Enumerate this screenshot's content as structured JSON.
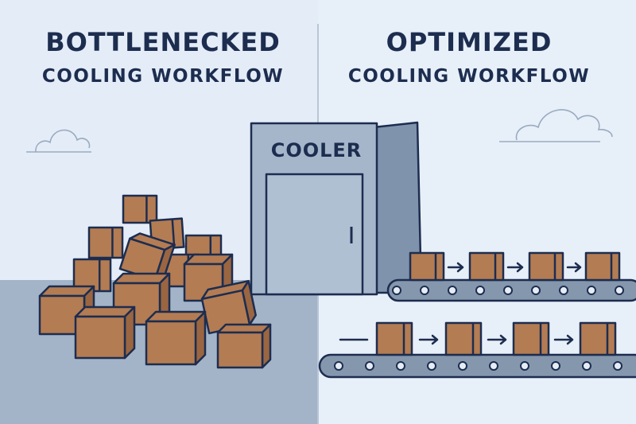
{
  "left_panel": {
    "title": "BOTTLENECKED",
    "subtitle": "COOLING WORKFLOW",
    "state": "pile of boxes waiting outside cooler"
  },
  "right_panel": {
    "title": "OPTIMIZED",
    "subtitle": "COOLING WORKFLOW",
    "state": "boxes moving on conveyors"
  },
  "cooler": {
    "label": "COOLER"
  },
  "colors": {
    "background_left": "#e4ecf7",
    "background_right": "#e7eff9",
    "floor": "#a3b4c9",
    "outline": "#1d2d4f",
    "box_fill": "#b47c53",
    "box_shade": "#9a6541",
    "cooler_front": "#a5b6cb",
    "cooler_side": "#7f93ad",
    "conveyor": "#8597ad",
    "divider": "#b9c5d6"
  },
  "icons": [
    "cloud-icon",
    "arrow-icon",
    "box-icon"
  ]
}
